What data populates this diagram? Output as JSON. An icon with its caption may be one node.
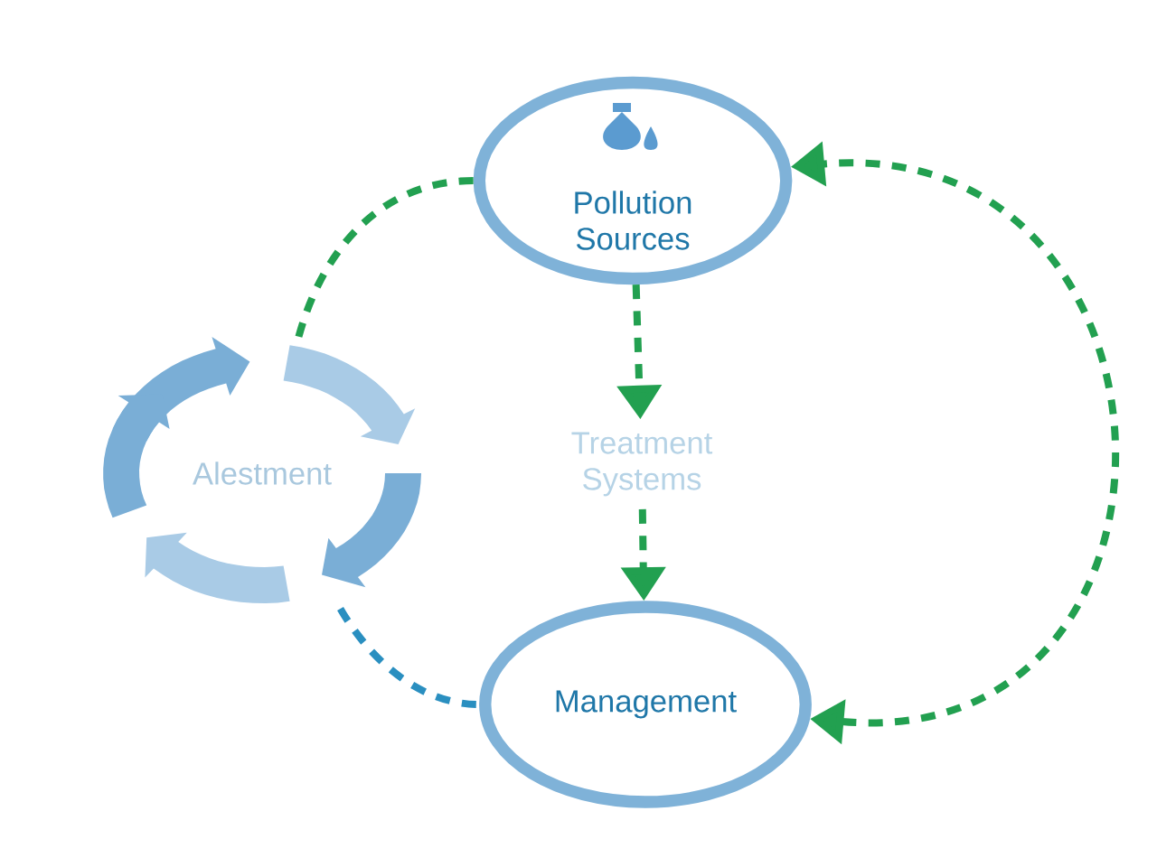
{
  "diagram": {
    "nodes": [
      {
        "text": [
          "Pollution Sources"
        ]
      },
      {
        "text": [
          "Treatment Systems"
        ]
      },
      {
        "text": [
          "Management"
        ]
      },
      {
        "text": [
          "Alestment"
        ]
      }
    ],
    "edges": [
      {
        "from": 0,
        "to": 1,
        "arrow": "to",
        "style": "dashed"
      },
      {
        "from": 1,
        "to": 2,
        "arrow": "to",
        "style": "dashed"
      },
      {
        "from": 2,
        "to": 0,
        "arrow": "both",
        "style": "dashed"
      },
      {
        "from": 0,
        "to": 3,
        "arrow": "none",
        "style": "dashed"
      },
      {
        "from": 3,
        "to": 2,
        "arrow": "none",
        "style": "dashed",
        "color": "#2a8fc0"
      }
    ]
  }
}
